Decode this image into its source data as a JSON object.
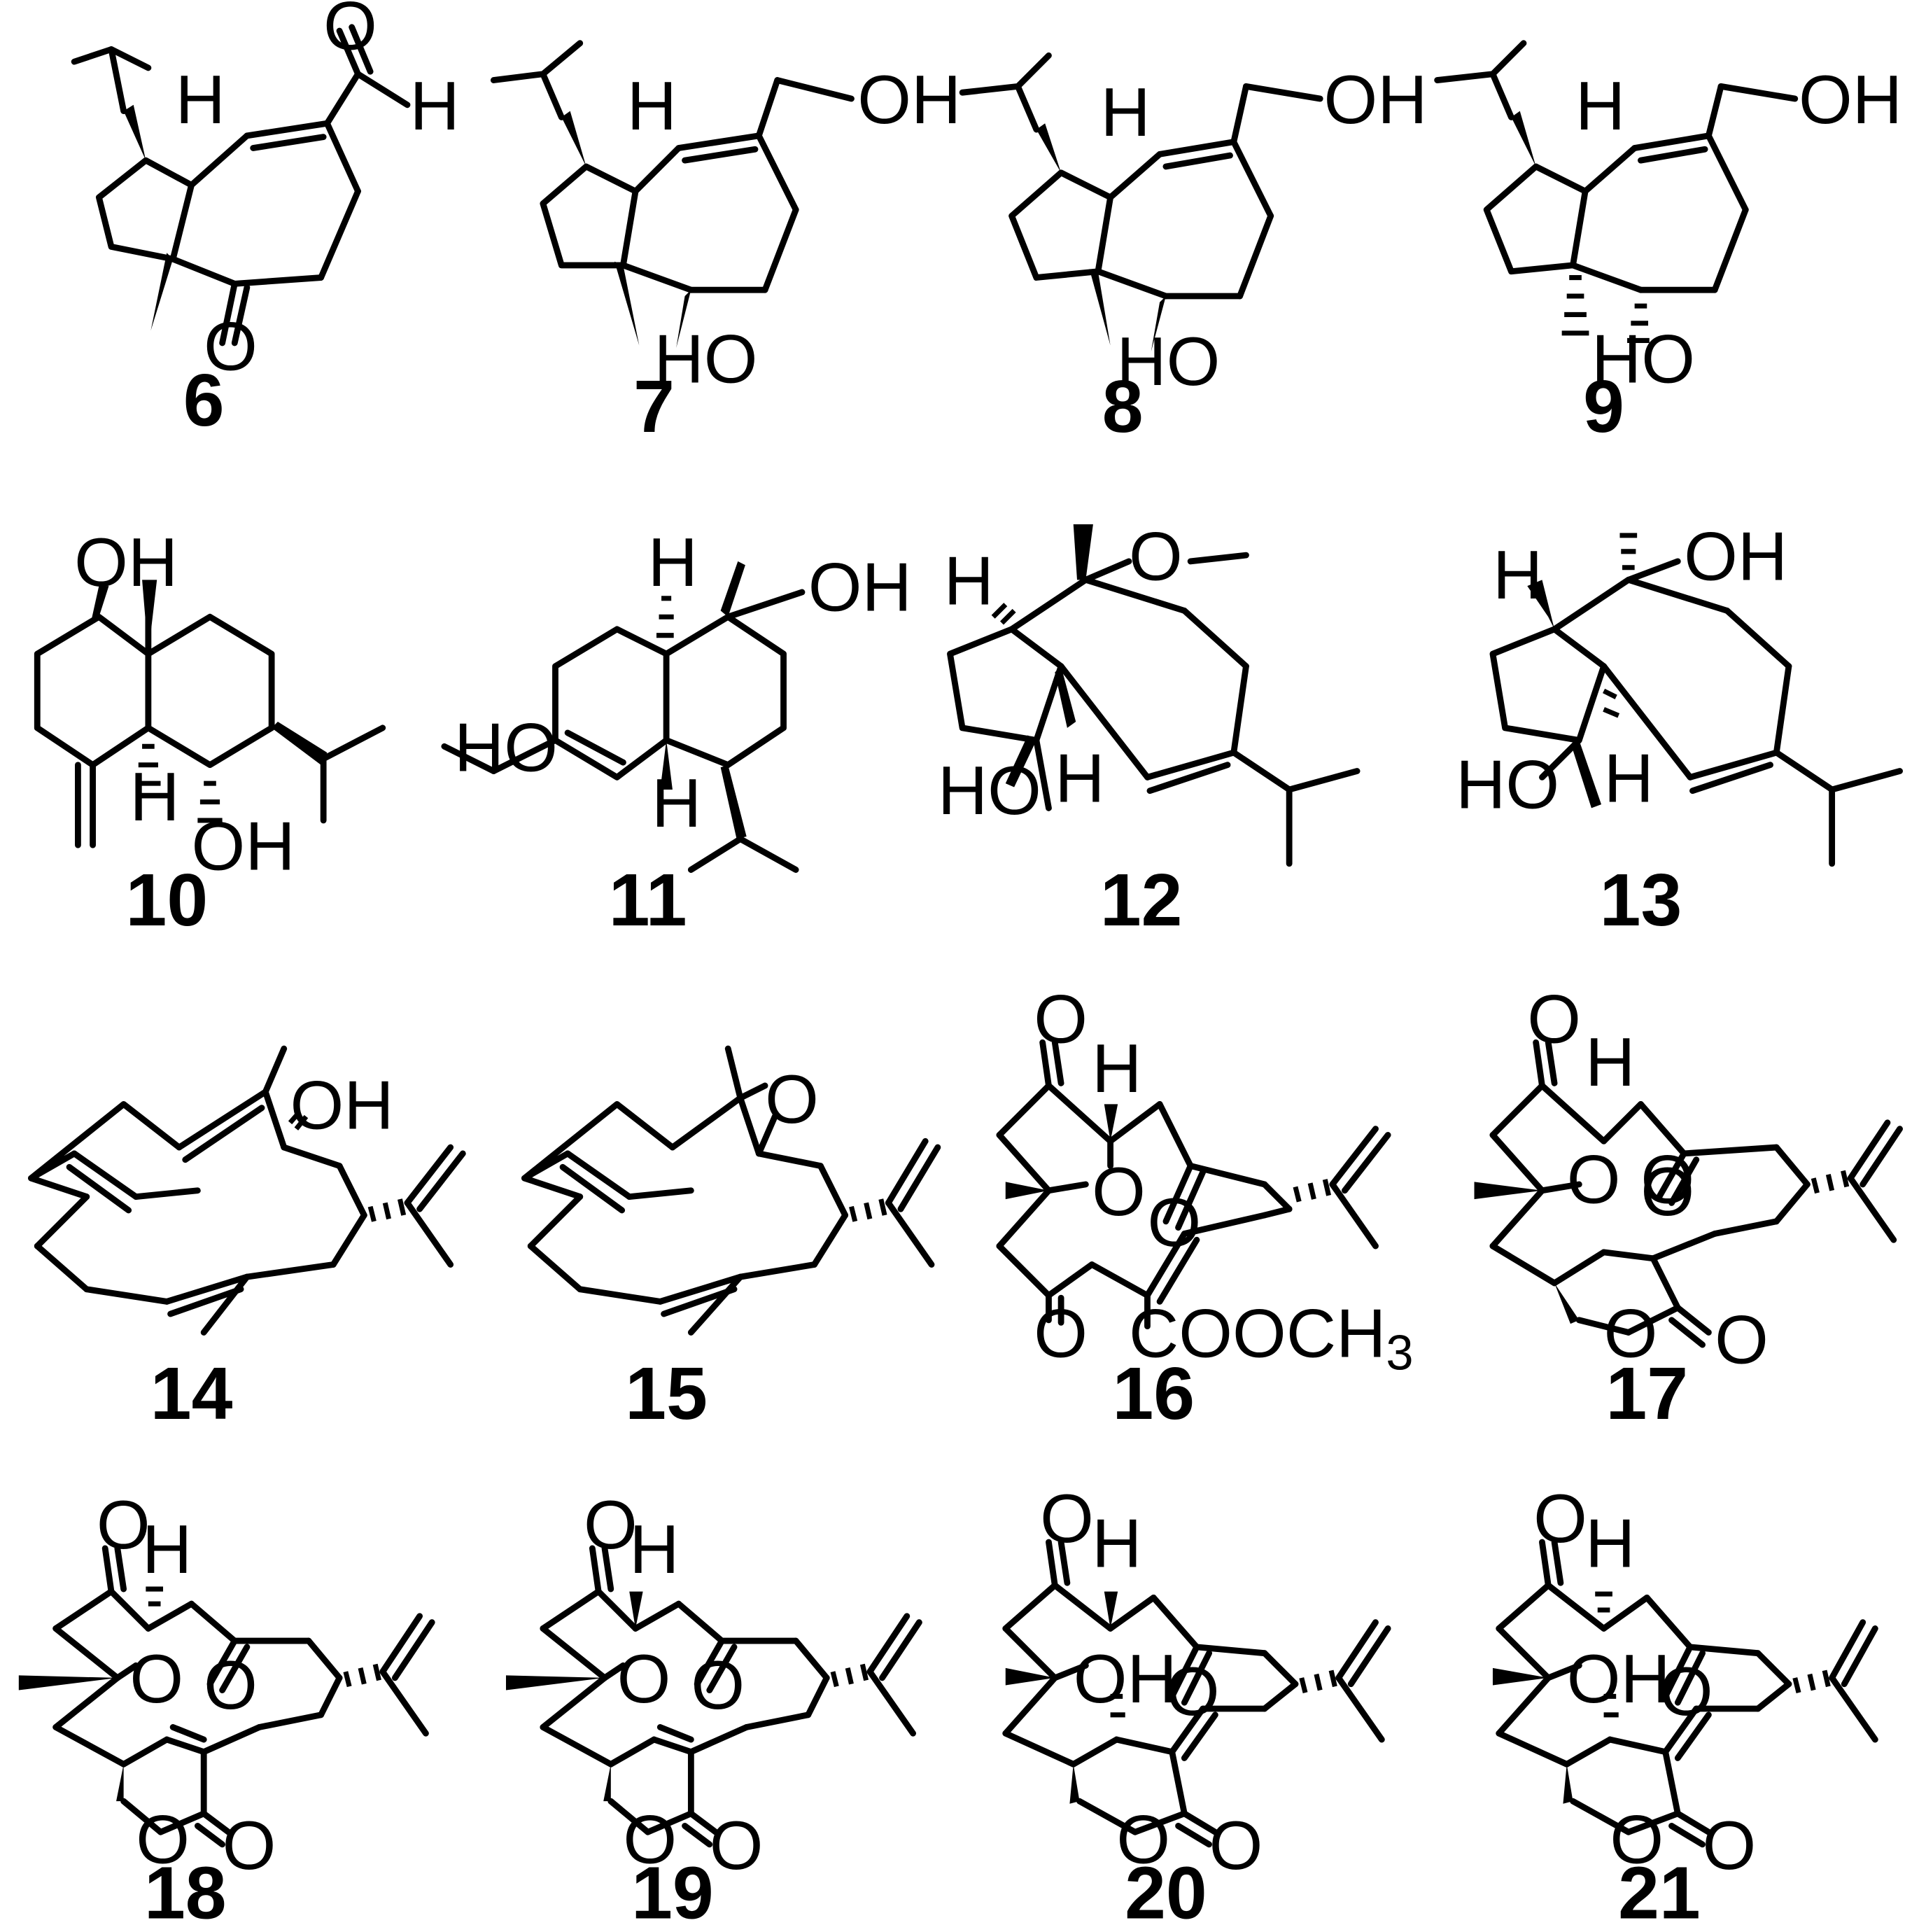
{
  "compounds": [
    {
      "label": "6"
    },
    {
      "label": "7"
    },
    {
      "label": "8"
    },
    {
      "label": "9"
    },
    {
      "label": "10"
    },
    {
      "label": "11"
    },
    {
      "label": "12"
    },
    {
      "label": "13"
    },
    {
      "label": "14"
    },
    {
      "label": "15"
    },
    {
      "label": "16"
    },
    {
      "label": "17"
    },
    {
      "label": "18"
    },
    {
      "label": "19"
    },
    {
      "label": "20"
    },
    {
      "label": "21"
    }
  ],
  "atoms": {
    "O": "O",
    "H": "H",
    "OH": "OH",
    "HO": "HO",
    "COOC": "COOC",
    "H3": "H",
    "sub3": "3"
  }
}
